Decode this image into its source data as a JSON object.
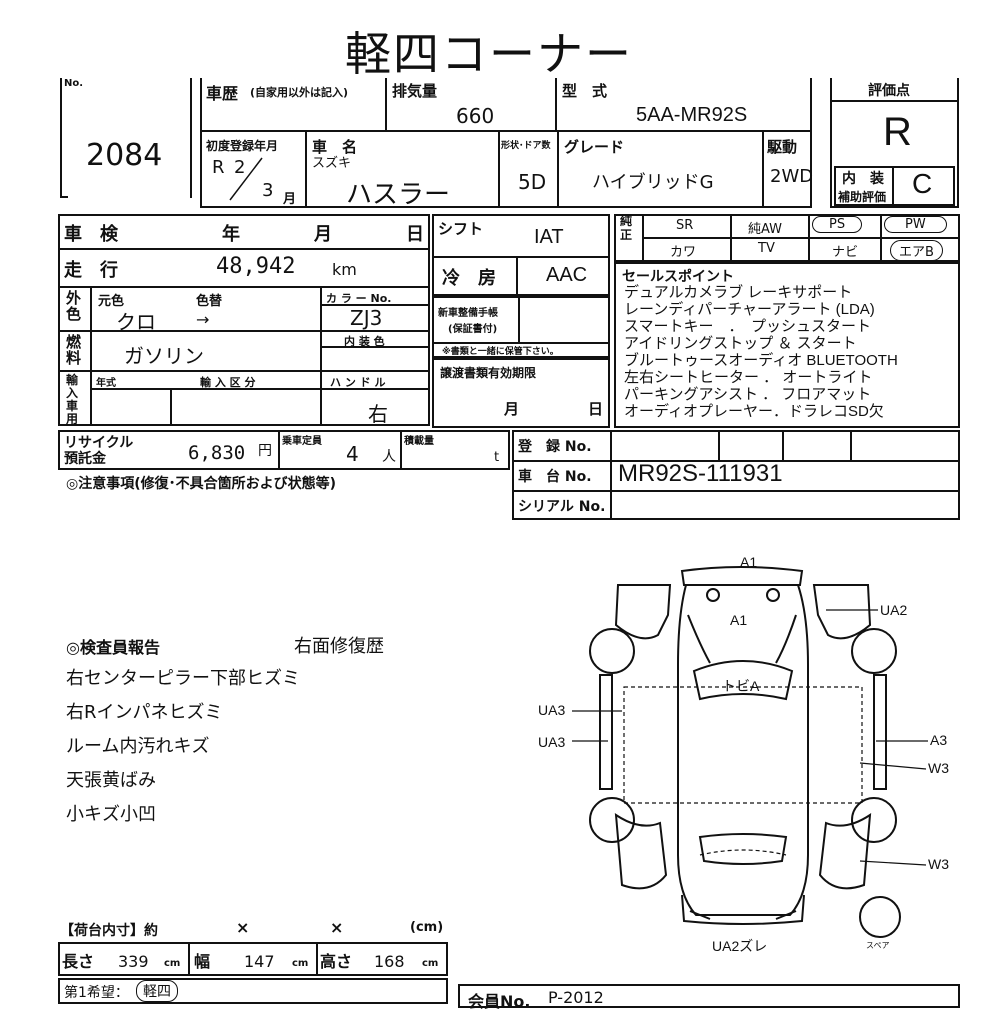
{
  "title": "軽四コーナー",
  "lot": {
    "no_label": "No.",
    "number": "2084"
  },
  "history": {
    "label": "車歴",
    "note": "(自家用以外は記入)"
  },
  "displacement": {
    "label": "排気量",
    "value": "660"
  },
  "model": {
    "label": "型　式",
    "value": "5AA-MR92S"
  },
  "score": {
    "label": "評価点",
    "value": "R"
  },
  "first_reg": {
    "label": "初度登録年月",
    "era": "R",
    "year": "2",
    "month": "3",
    "month_unit": "月"
  },
  "car_name": {
    "label": "車　名",
    "maker": "スズキ",
    "value": "ハスラー"
  },
  "doors": {
    "label": "形状･ドア数",
    "value": "5D"
  },
  "grade": {
    "label": "グレード",
    "value": "ハイブリッドG"
  },
  "drive": {
    "label": "駆動",
    "value": "2WD"
  },
  "interior": {
    "label": "内　装",
    "sub": "補助評価",
    "value": "C"
  },
  "inspection": {
    "label": "車　検",
    "y": "年",
    "m": "月",
    "d": "日"
  },
  "shift": {
    "label": "シフト",
    "value": "IAT"
  },
  "equip": {
    "label": "純正",
    "items": [
      "SR",
      "純AW",
      "PS",
      "PW",
      "カワ",
      "TV",
      "ナビ",
      "エアB"
    ]
  },
  "mileage": {
    "label": "走　行",
    "value": "48,942",
    "unit": "km"
  },
  "ac": {
    "label": "冷　房",
    "value": "AAC"
  },
  "sales": {
    "label": "セールスポイント",
    "lines": [
      "デュアルカメラブ レーキサポート",
      "レーンディパーチャーアラート (LDA)",
      "スマートキー　．　プッシュスタート",
      "アイドリングストップ ＆ スタート",
      "ブルートゥースオーディオ BLUETOOTH",
      "左右シートヒーター ． オートライト",
      "パーキングアシスト ． フロアマット",
      "オーディオプレーヤー．ドラレコSD欠"
    ]
  },
  "color": {
    "side": "外色",
    "label": "元色",
    "change": "色替",
    "value": "クロ",
    "arrow": "→",
    "code_label": "カ ラ ー No.",
    "code": "ZJ3"
  },
  "maint": {
    "label": "新車整備手帳",
    "sub": "(保証書付)",
    "note": "※書類と一緒に保管下さい。"
  },
  "fuel": {
    "label": "燃料",
    "value": "ガソリン",
    "int_color": "内 装 色"
  },
  "import": {
    "label": "輸入車用",
    "year": "年式",
    "kubun": "輸 入 区 分",
    "handle": "ハ ン ド ル",
    "handle_value": "右"
  },
  "transfer": {
    "label": "譲渡書類有効期限",
    "m": "月",
    "d": "日"
  },
  "recycle": {
    "label": "リサイクル",
    "label2": "預託金",
    "value": "6,830",
    "unit": "円"
  },
  "capacity": {
    "label": "乗車定員",
    "value": "4",
    "unit": "人"
  },
  "load": {
    "label": "積載量",
    "unit": "t"
  },
  "reg_no": {
    "label": "登　録 No."
  },
  "chassis": {
    "label": "車　台 No.",
    "value": "MR92S-111931"
  },
  "serial": {
    "label": "シリアル No."
  },
  "notes": {
    "label": "◎注意事項(修復･不具合箇所および状態等)"
  },
  "report": {
    "heading": "◎検査員報告",
    "side": "右面修復歴",
    "lines": [
      "右センターピラー下部ヒズミ",
      "右Rインパネヒズミ",
      "ルーム内汚れキズ",
      "天張黄ばみ",
      "小キズ小凹"
    ]
  },
  "damage": {
    "a1_top": "A1",
    "a1_hood": "A1",
    "ua2": "UA2",
    "tobi": "トビA",
    "ua3a": "UA3",
    "ua3b": "UA3",
    "a3": "A3",
    "w3a": "W3",
    "w3b": "W3",
    "ua2z": "UA2ズレ",
    "spare": "スペア"
  },
  "cargo": {
    "label": "【荷台内寸】約",
    "x1": "×",
    "x2": "×",
    "unit": "(cm)",
    "len_label": "長さ",
    "len": "339",
    "wid_label": "幅",
    "wid": "147",
    "hei_label": "高さ",
    "hei": "168",
    "cm": "cm"
  },
  "pref": {
    "label": "第1希望：",
    "value": "軽四"
  },
  "kaiin": {
    "label": "会員No.",
    "value": "P-2012"
  }
}
